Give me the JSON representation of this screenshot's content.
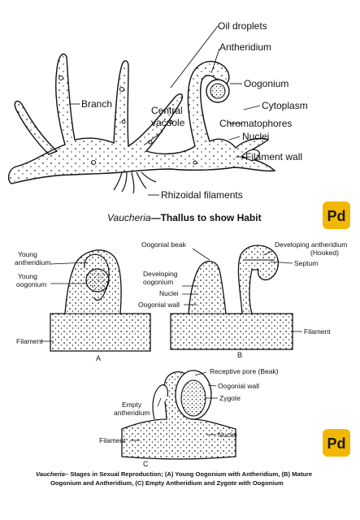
{
  "top_diagram": {
    "labels": {
      "oil_droplets": "Oil droplets",
      "antheridium": "Antheridium",
      "oogonium": "Oogonium",
      "branch": "Branch",
      "central_vacuole_1": "Central",
      "central_vacuole_2": "vacuole",
      "cytoplasm": "Cytoplasm",
      "chromatophores": "Chromatophores",
      "nuclei": "Nuclei",
      "filament_wall": "Filament wall",
      "rhizoidal_filaments": "Rhizoidal filaments"
    },
    "caption_italic": "Vaucheria",
    "caption_rest": "—Thallus to show Habit"
  },
  "stages": {
    "a": {
      "letter": "A",
      "labels": {
        "young_antheridium_1": "Young",
        "young_antheridium_2": "antheridium",
        "young_oogonium_1": "Young",
        "young_oogonium_2": "oogonium",
        "filament": "Filament"
      }
    },
    "b": {
      "letter": "B",
      "labels": {
        "oogonial_beak": "Oogonial beak",
        "developing_antheridium_1": "Developing antheridium",
        "developing_antheridium_2": "(Hooked)",
        "septum": "Septum",
        "developing_oogonium_1": "Developing",
        "developing_oogonium_2": "oogonium",
        "nuclei": "Nuclei",
        "oogonial_wall": "Oogonial wall",
        "filament": "Filament"
      }
    },
    "c": {
      "letter": "C",
      "labels": {
        "receptive_pore": "Receptive pore (Beak)",
        "oogonial_wall": "Oogonial wall",
        "zygote": "Zygote",
        "empty_antheridium_1": "Empty",
        "empty_antheridium_2": "antheridium",
        "nuclei": "Nuclei",
        "filament": "Filament"
      }
    }
  },
  "bottom_caption": {
    "line1_italic": "Vaucheria",
    "line1_rest": "– Stages in Sexual Reproduction; (A) Young Oogonium with Antheridium, (B) Mature",
    "line2": "Oogonium and Antheridium, (C) Empty Antheridium and Zygote with Oogonium"
  },
  "logo": {
    "text": "Pd",
    "colors": {
      "background": "#f2b705",
      "text": "#1a1a1a"
    }
  }
}
